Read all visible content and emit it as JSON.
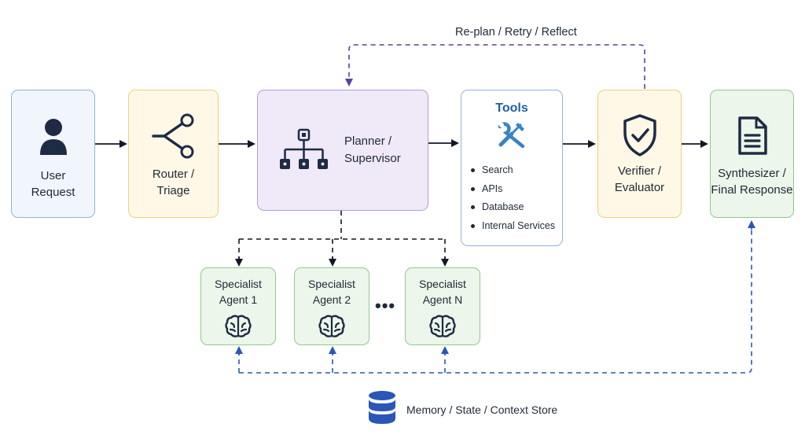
{
  "nodes": {
    "user_request": {
      "line1": "User",
      "line2": "Request",
      "icon": "user-icon"
    },
    "router": {
      "line1": "Router /",
      "line2": "Triage",
      "icon": "branch-icon"
    },
    "planner": {
      "line1": "Planner /",
      "line2": "Supervisor",
      "icon": "hierarchy-icon"
    },
    "tools": {
      "title": "Tools",
      "icon": "wrench-screwdriver-icon",
      "items": [
        "Search",
        "APIs",
        "Database",
        "Internal Services"
      ]
    },
    "verifier": {
      "line1": "Verifier /",
      "line2": "Evaluator",
      "icon": "shield-check-icon"
    },
    "synthesizer": {
      "line1": "Synthesizer /",
      "line2": "Final Response",
      "icon": "document-icon"
    }
  },
  "agents": [
    {
      "line1": "Specialist",
      "line2": "Agent 1",
      "icon": "brain-icon"
    },
    {
      "line1": "Specialist",
      "line2": "Agent 2",
      "icon": "brain-icon"
    },
    {
      "line1": "Specialist",
      "line2": "Agent N",
      "icon": "brain-icon"
    }
  ],
  "ellipsis": "•••",
  "loop_label": "Re-plan / Retry / Reflect",
  "memory": {
    "label": "Memory / State / Context Store",
    "icon": "database-icon"
  },
  "colors": {
    "arrow": "#111827",
    "loop": "#5b3fa8",
    "memory": "#2a56b8",
    "icon_dark": "#1f2a44",
    "tools_accent": "#1f5fa8"
  }
}
